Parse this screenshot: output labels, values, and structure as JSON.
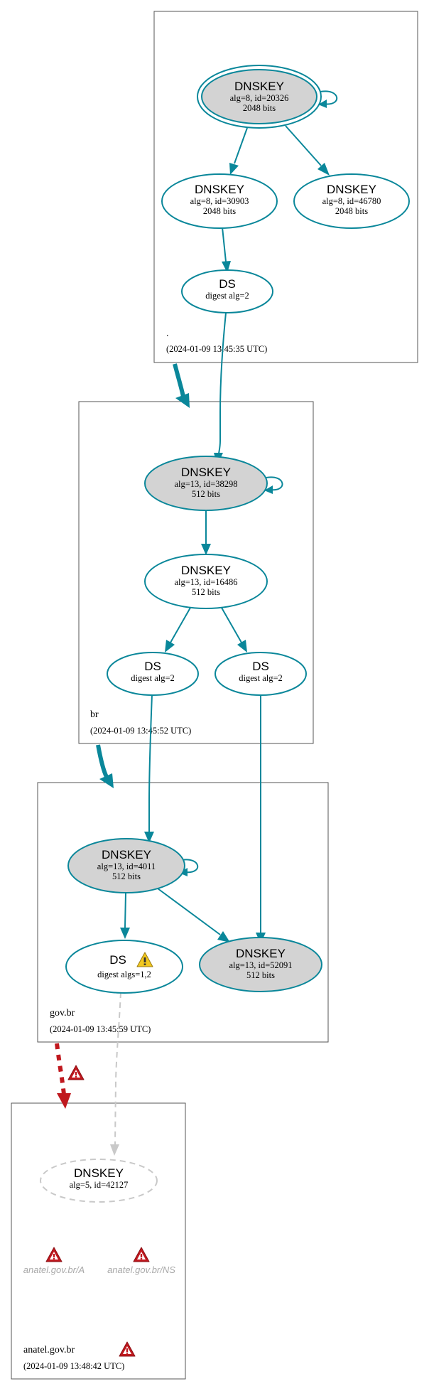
{
  "zones": {
    "root": {
      "name": ".",
      "timestamp": "(2024-01-09 13:45:35 UTC)"
    },
    "br": {
      "name": "br",
      "timestamp": "(2024-01-09 13:45:52 UTC)"
    },
    "govbr": {
      "name": "gov.br",
      "timestamp": "(2024-01-09 13:45:59 UTC)"
    },
    "anatel": {
      "name": "anatel.gov.br",
      "timestamp": "(2024-01-09 13:48:42 UTC)"
    }
  },
  "nodes": {
    "root_ksk": {
      "type": "DNSKEY",
      "line1": "alg=8, id=20326",
      "line2": "2048 bits"
    },
    "root_zsk1": {
      "type": "DNSKEY",
      "line1": "alg=8, id=30903",
      "line2": "2048 bits"
    },
    "root_zsk2": {
      "type": "DNSKEY",
      "line1": "alg=8, id=46780",
      "line2": "2048 bits"
    },
    "root_ds": {
      "type": "DS",
      "line1": "digest alg=2"
    },
    "br_ksk": {
      "type": "DNSKEY",
      "line1": "alg=13, id=38298",
      "line2": "512 bits"
    },
    "br_zsk": {
      "type": "DNSKEY",
      "line1": "alg=13, id=16486",
      "line2": "512 bits"
    },
    "br_ds1": {
      "type": "DS",
      "line1": "digest alg=2"
    },
    "br_ds2": {
      "type": "DS",
      "line1": "digest alg=2"
    },
    "gov_ksk": {
      "type": "DNSKEY",
      "line1": "alg=13, id=4011",
      "line2": "512 bits"
    },
    "gov_ds": {
      "type": "DS",
      "line1": "digest algs=1,2"
    },
    "gov_key2": {
      "type": "DNSKEY",
      "line1": "alg=13, id=52091",
      "line2": "512 bits"
    },
    "anatel_key": {
      "type": "DNSKEY",
      "line1": "alg=5, id=42127"
    }
  },
  "rrsets": {
    "a": "anatel.gov.br/A",
    "ns": "anatel.gov.br/NS"
  },
  "colors": {
    "edge": "#0a879a",
    "secure_entry_fill": "#d3d3d3",
    "error": "#c0181e",
    "warning": "#f2c81e",
    "insecure": "#c9c9c9"
  },
  "icons": [
    "warning-icon",
    "error-icon"
  ]
}
